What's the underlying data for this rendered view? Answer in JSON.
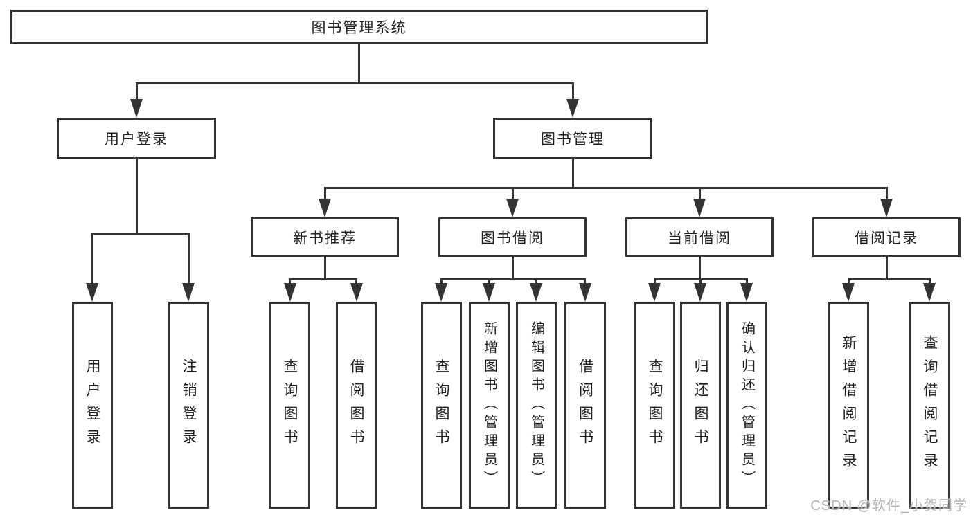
{
  "colors": {
    "line": "#333333",
    "box_background": "#ffffff",
    "text": "#1f1f1f",
    "watermark": "#b3b3b3"
  },
  "tree": {
    "root": "图书管理系统",
    "branches": [
      {
        "label": "用户登录",
        "leaves": [
          "用户登录",
          "注销登录"
        ]
      },
      {
        "label": "图书管理",
        "groups": [
          {
            "label": "新书推荐",
            "leaves": [
              "查询图书",
              "借阅图书"
            ]
          },
          {
            "label": "图书借阅",
            "leaves": [
              "查询图书",
              "新增图书（管理员）",
              "编辑图书（管理员）",
              "借阅图书"
            ]
          },
          {
            "label": "当前借阅",
            "leaves": [
              "查询图书",
              "归还图书",
              "确认归还（管理员）"
            ]
          },
          {
            "label": "借阅记录",
            "leaves": [
              "新增借阅记录",
              "查询借阅记录"
            ]
          }
        ]
      }
    ]
  },
  "watermark": "CSDN @软件_小贺同学"
}
